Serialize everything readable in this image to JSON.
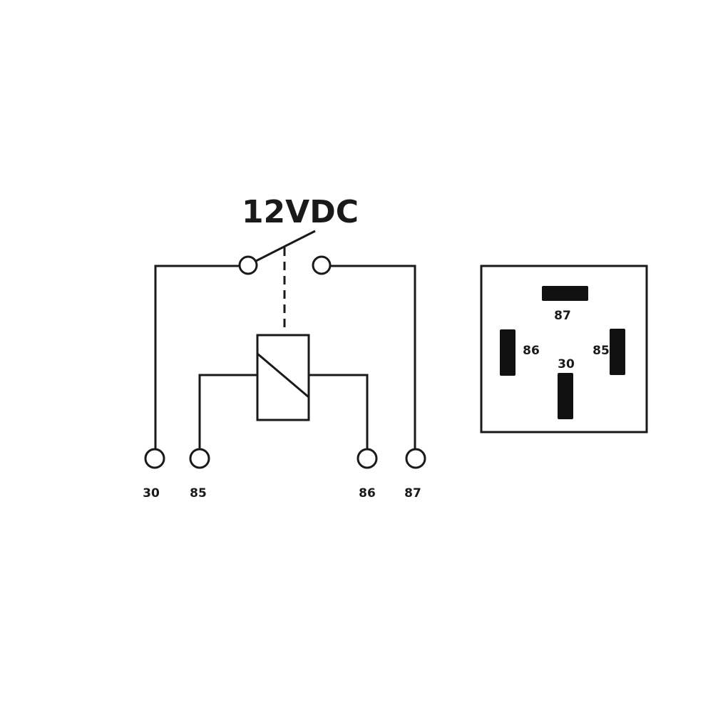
{
  "title": "12VDC",
  "schematic_terminals": [
    "30",
    "85",
    "86",
    "87"
  ],
  "pinout": {
    "pin_87": "87",
    "pin_86": "86",
    "pin_85": "85",
    "pin_30": "30"
  },
  "colors": {
    "line": "#1a1a1a",
    "background": "#ffffff"
  }
}
